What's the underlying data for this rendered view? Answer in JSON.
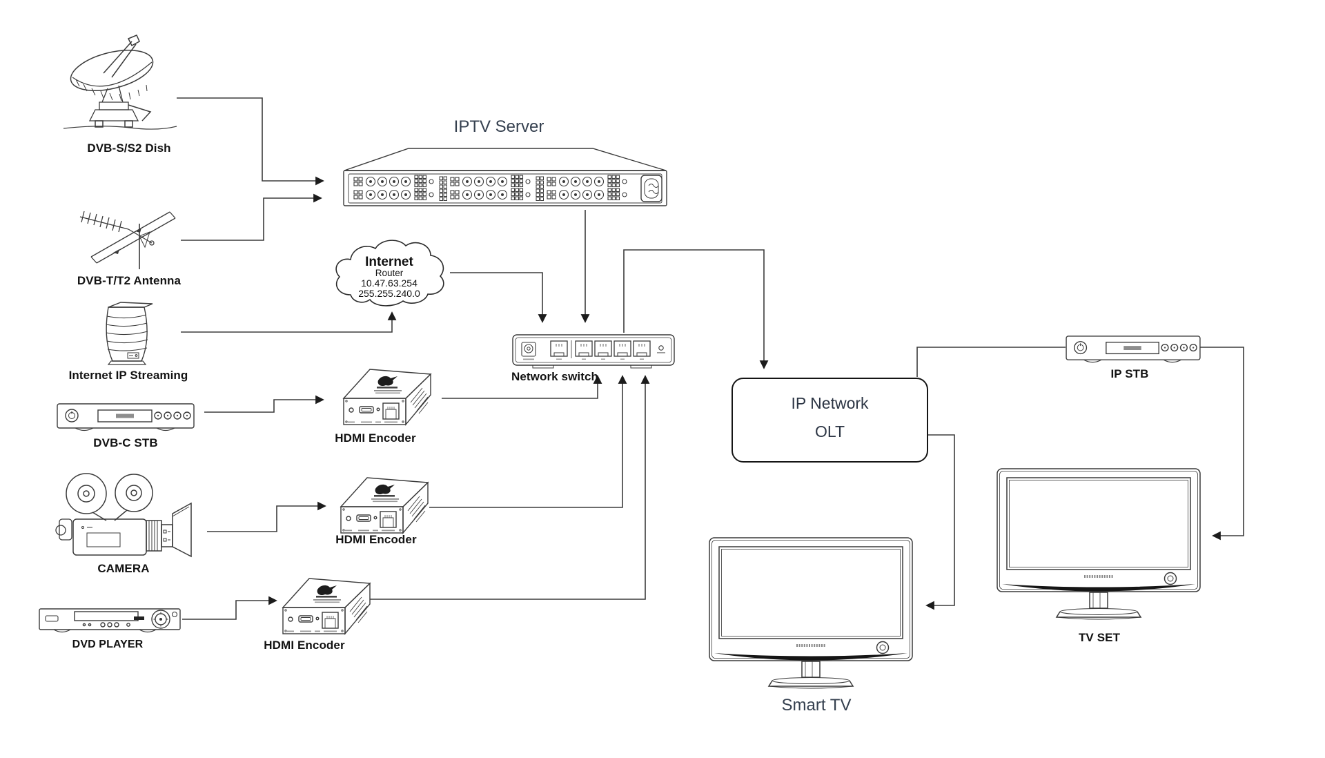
{
  "diagram": {
    "title": "IPTV Server",
    "nodes": {
      "dish": {
        "label": "DVB-S/S2 Dish"
      },
      "antenna": {
        "label": "DVB-T/T2 Antenna"
      },
      "streaming": {
        "label": "Internet IP Streaming"
      },
      "dvbc_stb": {
        "label": "DVB-C STB"
      },
      "camera": {
        "label": "CAMERA"
      },
      "dvd_player": {
        "label": "DVD PLAYER"
      },
      "internet_cloud": {
        "title": "Internet",
        "subtitle": "Router",
        "ip": "10.47.63.254",
        "netmask": "255.255.240.0"
      },
      "network_switch": {
        "label": "Network switch"
      },
      "hdmi_encoder_1": {
        "label": "HDMI Encoder"
      },
      "hdmi_encoder_2": {
        "label": "HDMI Encoder"
      },
      "hdmi_encoder_3": {
        "label": "HDMI Encoder"
      },
      "ip_network_olt": {
        "line1": "IP Network",
        "line2": "OLT"
      },
      "ip_stb": {
        "label": "IP STB"
      },
      "smart_tv": {
        "label": "Smart TV"
      },
      "tv_set": {
        "label": "TV SET"
      }
    },
    "colors": {
      "line_art": "#3a3a3a",
      "connector": "#3b3b3b",
      "arrowhead": "#1c1c1c",
      "label_text": "#121212",
      "big_label_text": "#35404f",
      "background": "#ffffff"
    }
  }
}
